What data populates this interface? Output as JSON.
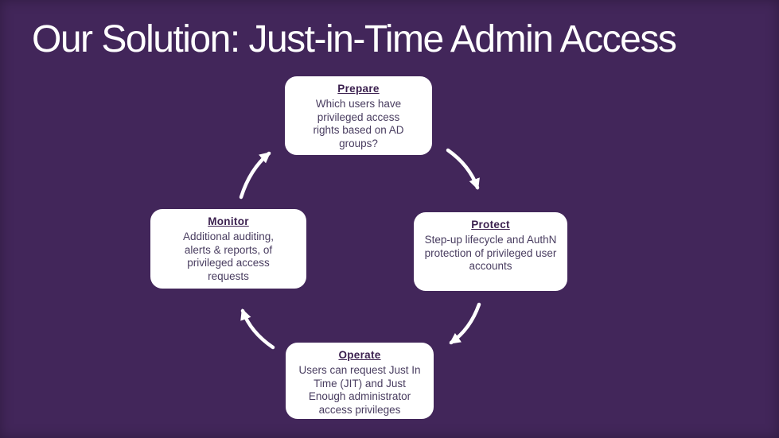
{
  "slide": {
    "title": "Our Solution: Just-in-Time Admin Access",
    "colors": {
      "background": "#42265a",
      "title_text": "#ffffff",
      "box_background": "#ffffff",
      "heading_text": "#3a1f4e",
      "body_text": "#493d60",
      "arrow": "#ffffff"
    }
  },
  "cycle": {
    "type": "cycle-diagram",
    "direction": "clockwise",
    "nodes": [
      {
        "id": "prepare",
        "title": "Prepare",
        "body": "Which users have privileged access rights based on AD groups?",
        "position": "top"
      },
      {
        "id": "monitor",
        "title": "Monitor",
        "body": "Additional auditing, alerts & reports, of privileged access requests",
        "position": "left"
      },
      {
        "id": "protect",
        "title": "Protect",
        "body": "Step-up lifecycle and AuthN protection of privileged user accounts",
        "position": "right"
      },
      {
        "id": "operate",
        "title": "Operate",
        "body": "Users can request Just In Time (JIT) and Just Enough administrator access privileges",
        "position": "bottom"
      }
    ],
    "arrows": [
      {
        "from": "Monitor",
        "to": "Prepare"
      },
      {
        "from": "Prepare",
        "to": "Protect"
      },
      {
        "from": "Protect",
        "to": "Operate"
      },
      {
        "from": "Operate",
        "to": "Monitor"
      }
    ]
  }
}
